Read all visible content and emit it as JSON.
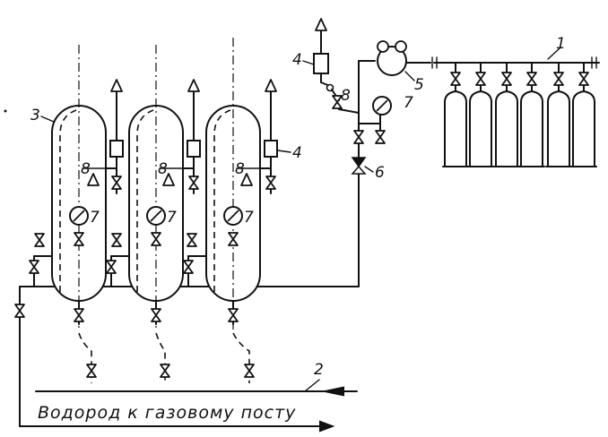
{
  "diagram": {
    "caption": "Водород к газовому посту",
    "labels": {
      "cylinders": "1",
      "header_pipe": "2",
      "receiver": "3",
      "filter": "4",
      "reducer": "5",
      "main_valve": "6",
      "manometer": "7",
      "safety_valve": "8"
    }
  },
  "colors": {
    "ink": "#111111",
    "paper": "#ffffff"
  }
}
